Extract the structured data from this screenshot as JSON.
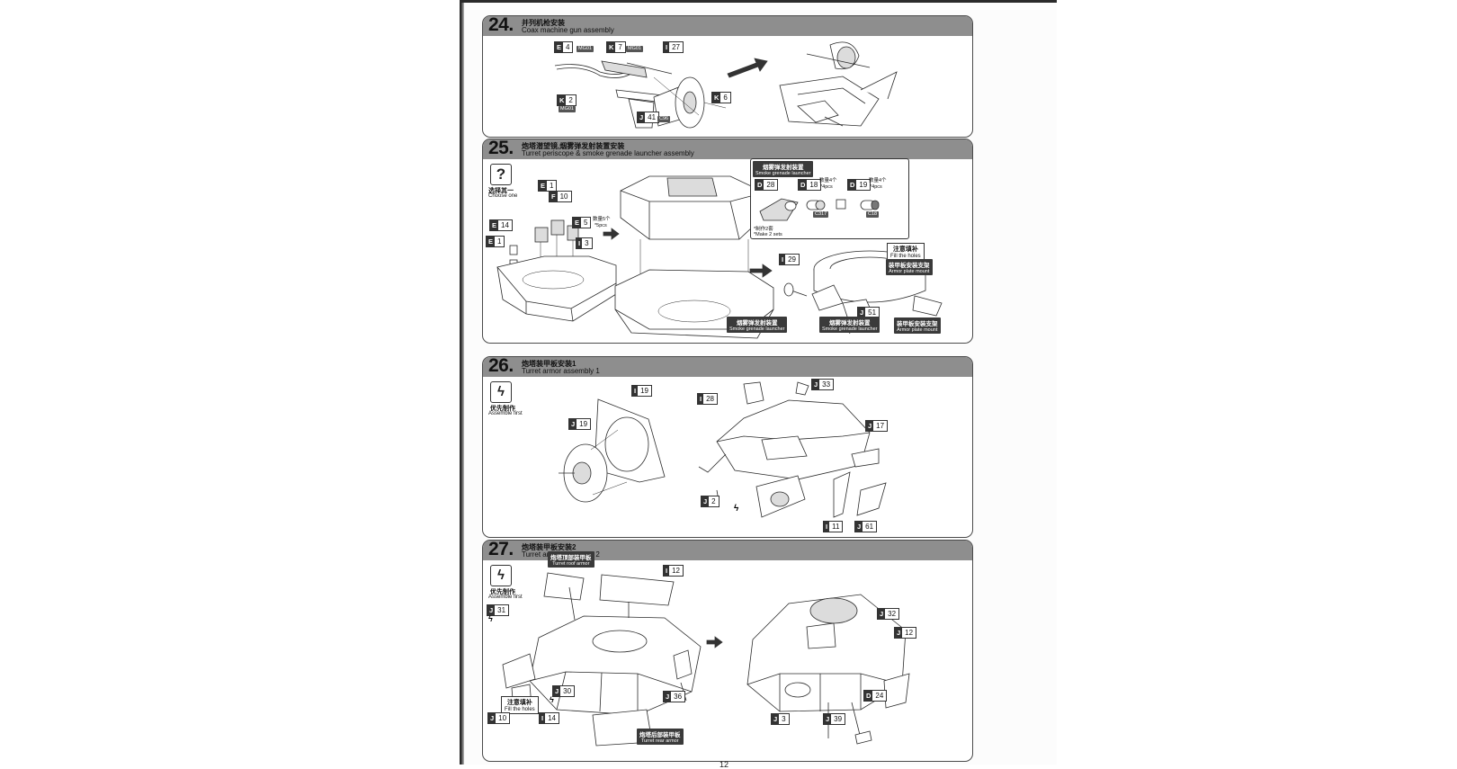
{
  "steps": [
    {
      "number": "24.",
      "title_cn": "并列机枪安装",
      "title_en": "Coax machine gun assembly",
      "callouts": [
        {
          "sprue": "E",
          "part": "4"
        },
        {
          "sprue": "K",
          "part": "7"
        },
        {
          "sprue": "I",
          "part": "27"
        },
        {
          "sprue": "K",
          "part": "2"
        },
        {
          "sprue": "J",
          "part": "41"
        },
        {
          "sprue": "K",
          "part": "6"
        }
      ]
    },
    {
      "number": "25.",
      "title_cn": "炮塔潜望镜,烟雾弹发射装置安装",
      "title_en": "Turret periscope & smoke grenade launcher assembly",
      "choose_cn": "选择其一",
      "choose_en": "Choose one",
      "callouts": [
        {
          "sprue": "E",
          "part": "1"
        },
        {
          "sprue": "F",
          "part": "10"
        },
        {
          "sprue": "E",
          "part": "14"
        },
        {
          "sprue": "E",
          "part": "1"
        },
        {
          "sprue": "E",
          "part": "5"
        },
        {
          "sprue": "I",
          "part": "3"
        },
        {
          "sprue": "I",
          "part": "29"
        },
        {
          "sprue": "J",
          "part": "51"
        }
      ],
      "qty_5_cn": "数量5个",
      "qty_5_en": "*5pcs",
      "inset_title_cn": "烟雾弹发射装置",
      "inset_title_en": "Smoke grenade launcher",
      "inset_callouts": [
        {
          "sprue": "D",
          "part": "28"
        },
        {
          "sprue": "D",
          "part": "18"
        },
        {
          "sprue": "D",
          "part": "19"
        }
      ],
      "qty_4_cn": "数量4个",
      "qty_4_en": "*4pcs",
      "make_2_cn": "*制作2套",
      "make_2_en": "*Make 2 sets",
      "fill_holes_cn": "注意填补",
      "fill_holes_en": "Fill the holes",
      "notes": [
        {
          "cn": "烟雾弹发射装置",
          "en": "Smoke grenade launcher"
        },
        {
          "cn": "烟雾弹发射装置",
          "en": "Smoke grenade launcher"
        },
        {
          "cn": "装甲板安装支架",
          "en": "Armor plate mount"
        }
      ]
    },
    {
      "number": "26.",
      "title_cn": "炮塔装甲板安装1",
      "title_en": "Turret armor assembly 1",
      "first_cn": "优先制作",
      "first_en": "Assemble first",
      "callouts": [
        {
          "sprue": "I",
          "part": "19"
        },
        {
          "sprue": "J",
          "part": "19"
        },
        {
          "sprue": "I",
          "part": "28"
        },
        {
          "sprue": "J",
          "part": "33"
        },
        {
          "sprue": "J",
          "part": "17"
        },
        {
          "sprue": "J",
          "part": "2"
        },
        {
          "sprue": "I",
          "part": "11"
        },
        {
          "sprue": "J",
          "part": "61"
        }
      ]
    },
    {
      "number": "27.",
      "title_cn": "炮塔装甲板安装2",
      "title_en": "Turret armor assembly 2",
      "first_cn": "优先制作",
      "first_en": "Assemble first",
      "callouts": [
        {
          "sprue": "I",
          "part": "12"
        },
        {
          "sprue": "J",
          "part": "31"
        },
        {
          "sprue": "J",
          "part": "30"
        },
        {
          "sprue": "I",
          "part": "14"
        },
        {
          "sprue": "J",
          "part": "10"
        },
        {
          "sprue": "J",
          "part": "36"
        },
        {
          "sprue": "J",
          "part": "32"
        },
        {
          "sprue": "J",
          "part": "12"
        },
        {
          "sprue": "D",
          "part": "24"
        },
        {
          "sprue": "J",
          "part": "3"
        },
        {
          "sprue": "J",
          "part": "39"
        }
      ],
      "fill_holes_cn": "注意填补",
      "fill_holes_en": "Fill the holes"
    }
  ],
  "page_number": "12",
  "icons": [
    "question-icon",
    "lightning-icon",
    "arrow-right-icon"
  ]
}
